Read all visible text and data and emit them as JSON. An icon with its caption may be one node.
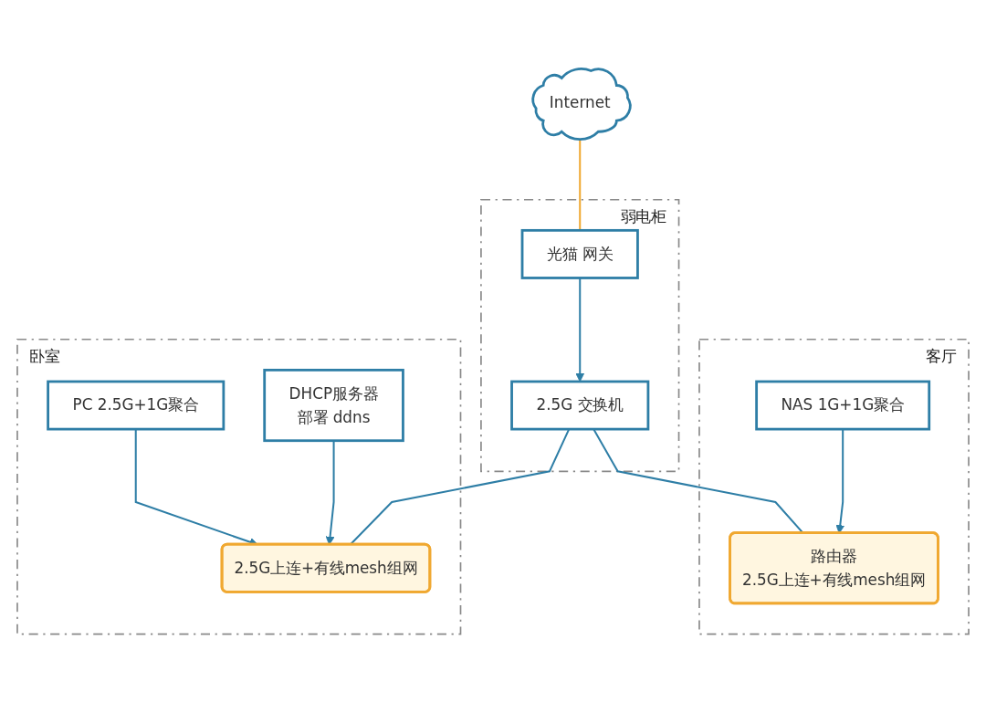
{
  "diagram": {
    "nodes": [
      {
        "text": [
          "Internet"
        ]
      },
      {
        "text": [
          "弱电柜"
        ]
      },
      {
        "text": [
          "光猫 网关"
        ],
        "in": 1
      },
      {
        "text": [
          "2.5G 交换机"
        ],
        "in": 1
      },
      {
        "text": [
          "卧室"
        ]
      },
      {
        "text": [
          "2.5G上连+有线mesh组网"
        ],
        "in": 4
      },
      {
        "text": [
          "PC 2.5G+1G聚合"
        ],
        "in": 4
      },
      {
        "text": [
          "DHCP服务器",
          "部署 ddns"
        ],
        "in": 4
      },
      {
        "text": [
          "客厅"
        ]
      },
      {
        "text": [
          "路由器",
          "2.5G上连+有线mesh组网"
        ],
        "in": 8
      },
      {
        "text": [
          "NAS 1G+1G聚合"
        ],
        "in": 8
      }
    ],
    "edges": [
      {
        "from": 0,
        "to": 2,
        "arrow": "none",
        "color": "#f0a830"
      },
      {
        "from": 2,
        "to": 3,
        "arrow": "to"
      },
      {
        "from": 3,
        "to": 5,
        "arrow": "none"
      },
      {
        "from": 3,
        "to": 9,
        "arrow": "none"
      },
      {
        "from": 6,
        "to": 5,
        "arrow": "to"
      },
      {
        "from": 7,
        "to": 5,
        "arrow": "to"
      },
      {
        "from": 10,
        "to": 9,
        "arrow": "to"
      }
    ]
  }
}
